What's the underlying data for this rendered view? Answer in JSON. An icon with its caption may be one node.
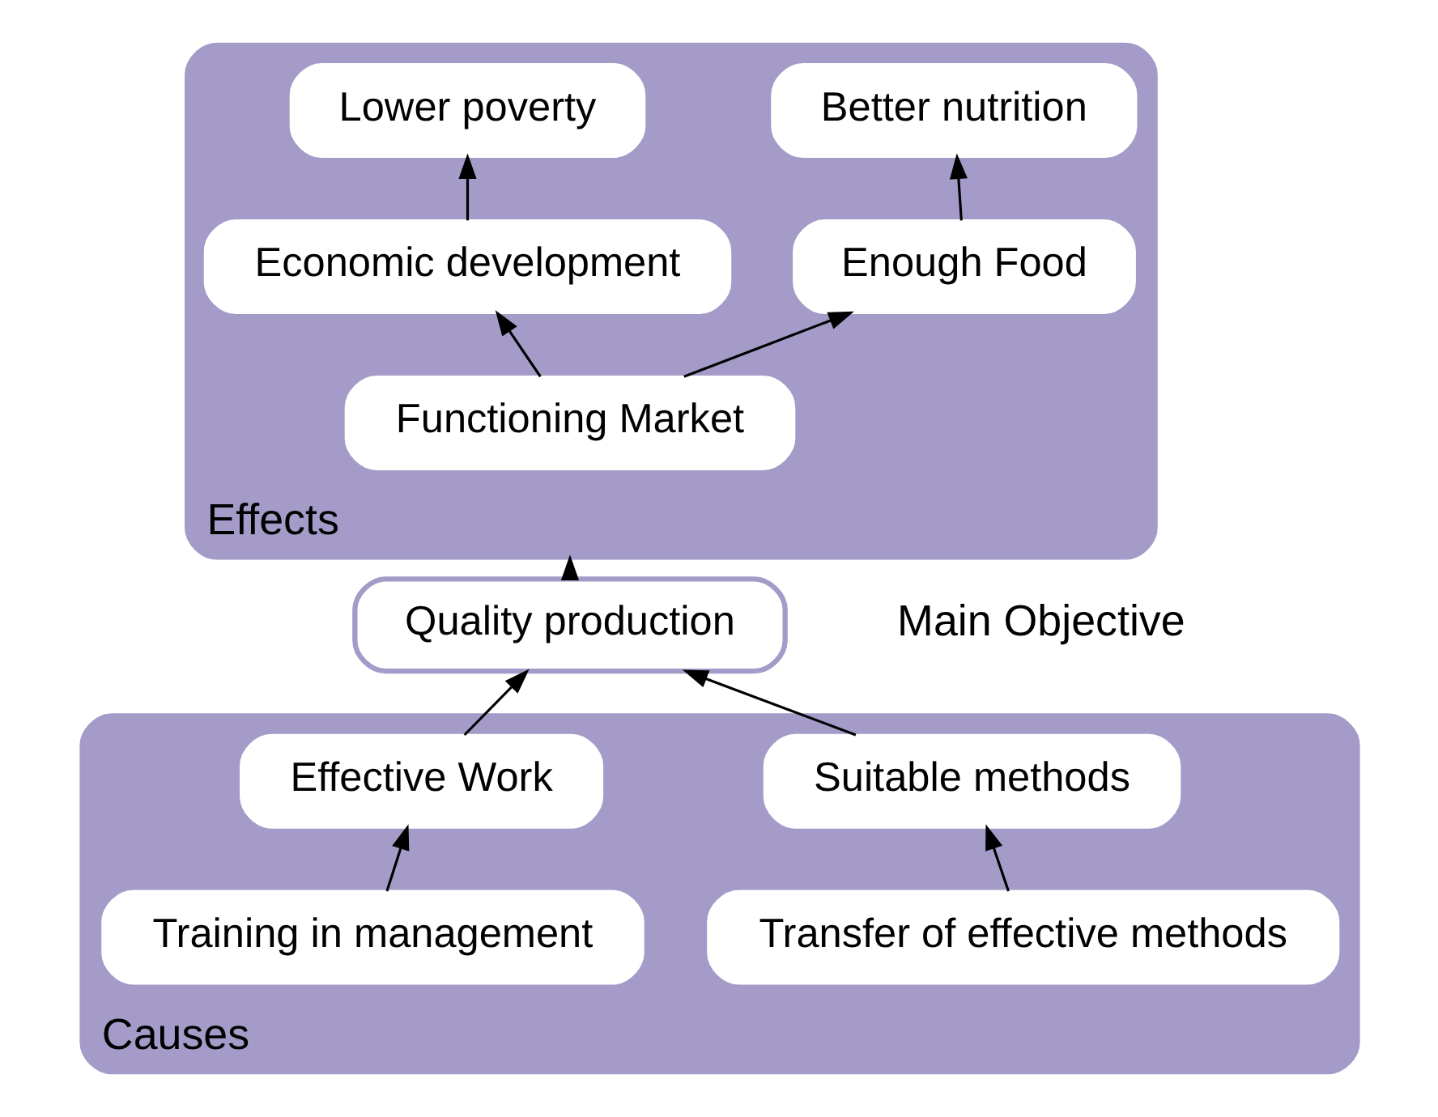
{
  "diagram": {
    "nodes": [
      {
        "text": [
          "Effects"
        ]
      },
      {
        "text": [
          "Lower poverty"
        ],
        "in": 0
      },
      {
        "text": [
          "Better nutrition"
        ],
        "in": 0
      },
      {
        "text": [
          "Economic development"
        ],
        "in": 0
      },
      {
        "text": [
          "Enough Food"
        ],
        "in": 0
      },
      {
        "text": [
          "Functioning Market"
        ],
        "in": 0
      },
      {
        "text": [
          "Quality production"
        ],
        "beside": [
          "Main Objective"
        ]
      },
      {
        "text": [
          "Causes"
        ]
      },
      {
        "text": [
          "Suitable methods"
        ],
        "in": 7
      },
      {
        "text": [
          "Effective Work"
        ],
        "in": 7
      },
      {
        "text": [
          "Transfer of effective methods"
        ],
        "in": 7
      },
      {
        "text": [
          "Training in management"
        ],
        "in": 7
      }
    ],
    "edges": [
      {
        "from": 3,
        "to": 1,
        "arrow": "to"
      },
      {
        "from": 4,
        "to": 2,
        "arrow": "to"
      },
      {
        "from": 5,
        "to": 3,
        "arrow": "to"
      },
      {
        "from": 5,
        "to": 4,
        "arrow": "to"
      },
      {
        "from": 6,
        "to": 0,
        "arrow": "to"
      },
      {
        "from": 8,
        "to": 6,
        "arrow": "to"
      },
      {
        "from": 9,
        "to": 6,
        "arrow": "to"
      },
      {
        "from": 10,
        "to": 8,
        "arrow": "to"
      },
      {
        "from": 11,
        "to": 9,
        "arrow": "to"
      }
    ]
  }
}
